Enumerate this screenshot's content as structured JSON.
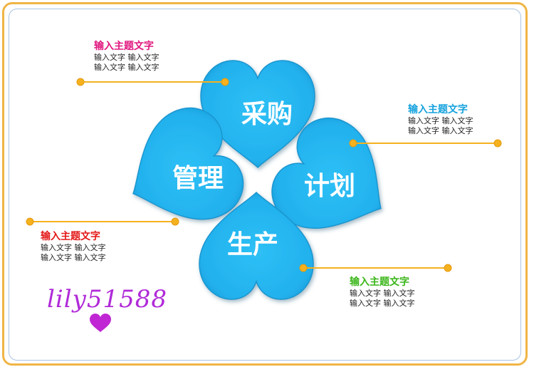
{
  "petals": [
    {
      "id": "top",
      "label": "采购"
    },
    {
      "id": "right",
      "label": "计划"
    },
    {
      "id": "bottom",
      "label": "生产"
    },
    {
      "id": "left",
      "label": "管理"
    }
  ],
  "callouts": [
    {
      "id": "top-left",
      "title": "输入主题文字",
      "lines": [
        "输入文字  输入文字",
        "输入文字  输入文字"
      ],
      "color": "#e0167f"
    },
    {
      "id": "right",
      "title": "输入主题文字",
      "lines": [
        "输入文字  输入文字",
        "输入文字  输入文字"
      ],
      "color": "#15a2dd"
    },
    {
      "id": "left",
      "title": "输入主题文字",
      "lines": [
        "输入文字  输入文字",
        "输入文字  输入文字"
      ],
      "color": "#e41818"
    },
    {
      "id": "bottom-right",
      "title": "输入主题文字",
      "lines": [
        "输入文字  输入文字",
        "输入文字  输入文字"
      ],
      "color": "#3ab619"
    }
  ],
  "watermark": "lily51588",
  "colors": {
    "petal_fill": "#25b4ef",
    "petal_edge": "#1a95cf",
    "connector": "#f5b11e",
    "frame": "#f0b545"
  }
}
